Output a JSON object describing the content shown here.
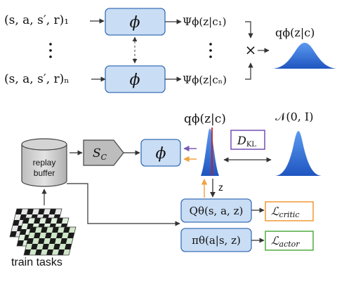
{
  "top": {
    "input_1": "(s, a, s′, r)₁",
    "input_n": "(s, a, s′, r)ₙ",
    "vdots": "⋮",
    "encoder": "ϕ",
    "psi_1": "Ψϕ(z|c₁)",
    "psi_n": "Ψϕ(z|cₙ)",
    "product": "×",
    "posterior": "qϕ(z|c)"
  },
  "bottom": {
    "replay_buffer": [
      "replay",
      "buffer"
    ],
    "sampler": "S",
    "sampler_sub": "C",
    "encoder": "ϕ",
    "posterior": "qϕ(z|c)",
    "kl": "D",
    "kl_sub": "KL",
    "prior": "𝒩(0, I)",
    "z_label": "z",
    "q_func": "Qθ(s, a, z)",
    "policy": "πθ(a|s, z)",
    "loss_critic": "ℒ",
    "loss_critic_sub": "critic",
    "loss_actor": "ℒ",
    "loss_actor_sub": "actor",
    "train_tasks": "train tasks"
  },
  "colors": {
    "gaussian": "#2f6fd6",
    "encoder_fill": "#c9ddf4",
    "encoder_stroke": "#3a6fb8",
    "kl_stroke": "#7b5ab8",
    "critic_stroke": "#f0a040",
    "actor_stroke": "#5ab04a",
    "sample_line": "#c81e1e",
    "z_arrow": "#8a3a6a",
    "purple_arrow": "#7b5ab8",
    "orange_arrow": "#f0a040"
  }
}
